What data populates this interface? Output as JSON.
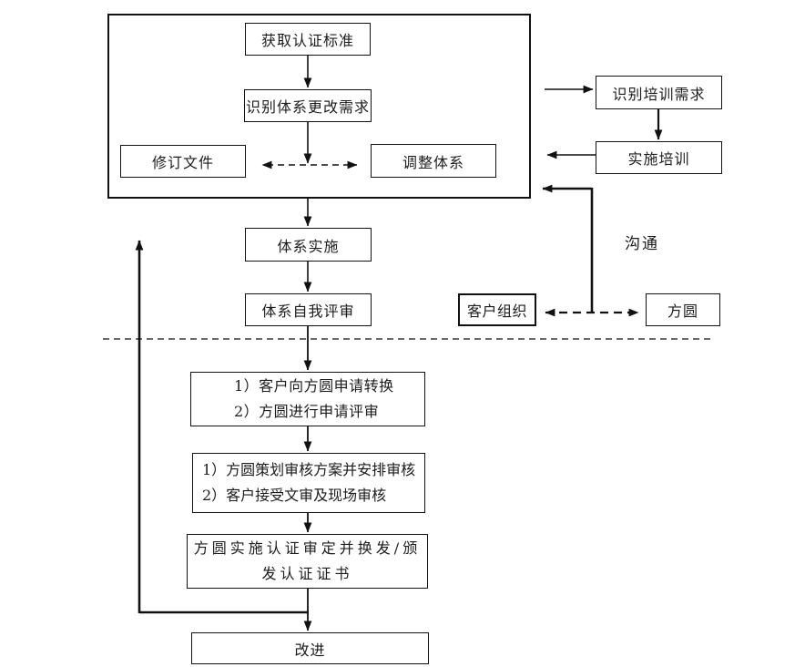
{
  "diagram": {
    "title_semantics": "certification-transfer-flowchart",
    "colors": {
      "background": "#ffffff",
      "line": "#111111",
      "text": "#1c1c1c"
    },
    "nodes": {
      "obtain_standard": "获取认证标准",
      "identify_change": "识别体系更改需求",
      "revise_docs": "修订文件",
      "adjust_system": "调整体系",
      "identify_training": "识别培训需求",
      "implement_training": "实施培训",
      "system_implement": "体系实施",
      "system_self_review": "体系自我评审",
      "customer_org": "客户组织",
      "fangyuan": "方圆",
      "communication": "沟通",
      "improve": "改进"
    },
    "apply_box": {
      "line1": "1）客户向方圆申请转换",
      "line2": "2）方圆进行申请评审"
    },
    "audit_box": {
      "line1": "1）方圆策划审核方案并安排审核",
      "line2": "2）客户接受文审及现场审核"
    },
    "certify_box": {
      "line1": "方圆实施认证审定并换发/颁",
      "line2": "发认证证书"
    }
  }
}
